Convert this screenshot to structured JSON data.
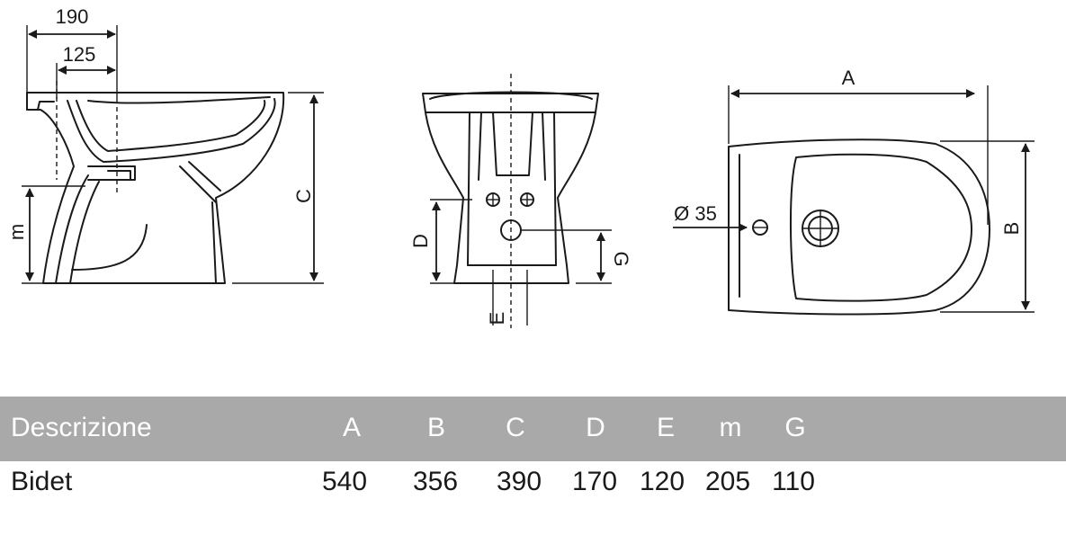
{
  "dimension_labels": {
    "side_width_190": "190",
    "side_width_125": "125",
    "side_height_c": "C",
    "side_height_m": "m",
    "front_height_d": "D",
    "front_width_e": "E",
    "front_height_g": "G",
    "top_length_a": "A",
    "top_width_b": "B",
    "top_hole_diameter": "Ø 35"
  },
  "table": {
    "headers": [
      "Descrizione",
      "A",
      "B",
      "C",
      "D",
      "E",
      "m",
      "G"
    ],
    "rows": [
      {
        "name": "Bidet",
        "values": [
          "540",
          "356",
          "390",
          "170",
          "120",
          "205",
          "110"
        ]
      }
    ]
  },
  "colors": {
    "header_background": "#a9a9a9",
    "header_text": "#ffffff",
    "line": "#1a1a1a"
  }
}
